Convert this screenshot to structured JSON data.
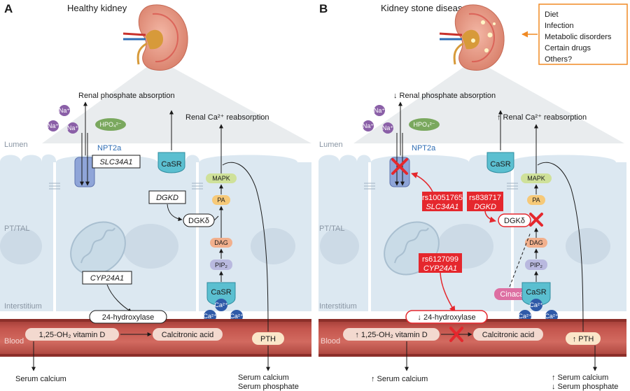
{
  "panels": {
    "a": {
      "letter": "A",
      "title": "Healthy kidney",
      "phosphate_absorption": "Renal phosphate absorption",
      "ca_reabsorption": "Renal Ca²⁺ reabsorption",
      "pth": "PTH",
      "vitd": "1,25-OH₂ vitamin D",
      "hydroxylase": "24-hydroxylase",
      "serum_calcium": "Serum calcium",
      "serum_calcium_right": "Serum calcium",
      "serum_phosphate": "Serum phosphate"
    },
    "b": {
      "letter": "B",
      "title": "Kidney stone disease",
      "phosphate_absorption": "↓ Renal phosphate absorption",
      "ca_reabsorption": "↑ Renal Ca²⁺ reabsorption",
      "pth": "↑ PTH",
      "vitd": "↑ 1,25-OH₂ vitamin D",
      "hydroxylase": "↓ 24-hydroxylase",
      "serum_calcium": "↑ Serum calcium",
      "serum_calcium_right": "↑ Serum calcium",
      "serum_phosphate": "↓ Serum phosphate",
      "cinacalcet": "Cinacalcet",
      "snp1_id": "rs10051765",
      "snp1_gene": "SLC34A1",
      "snp2_id": "rs838717",
      "snp2_gene": "DGKD",
      "snp3_id": "rs6127099",
      "snp3_gene": "CYP24A1",
      "factors": [
        "Diet",
        "Infection",
        "Metabolic disorders",
        "Certain drugs",
        "Others?"
      ]
    }
  },
  "zones": {
    "lumen": "Lumen",
    "pt_tal": "PT/TAL",
    "interstitium": "Interstitium",
    "blood": "Blood"
  },
  "molecules": {
    "na": "Na⁺",
    "hpo4": "HPO₄²⁻",
    "npt2a": "NPT2a",
    "casr": "CaSR",
    "mapk": "MAPK",
    "pa": "PA",
    "dag": "DAG",
    "pip2": "PIP₂",
    "ca": "Ca²⁺",
    "dgkd_protein": "DGKδ",
    "calcitronic": "Calcitronic acid"
  },
  "genes": {
    "slc34a1": "SLC34A1",
    "dgkd": "DGKD",
    "cyp24a1": "CYP24A1"
  },
  "colors": {
    "cell": "#dce8f1",
    "vessel": "#c4554d",
    "snp": "#e5272d",
    "casr": "#5bbfd0",
    "npt2a": "#8fa5d8",
    "na": "#8a5fa7",
    "hpo4": "#7aa85e",
    "mapk": "#cfe19a",
    "pa": "#f6c978",
    "dag": "#f2b08d",
    "pip2": "#b9b9df",
    "ca": "#2f5aa8",
    "factor_box": "#f08a24",
    "cinacalcet": "#dd6fa2"
  }
}
